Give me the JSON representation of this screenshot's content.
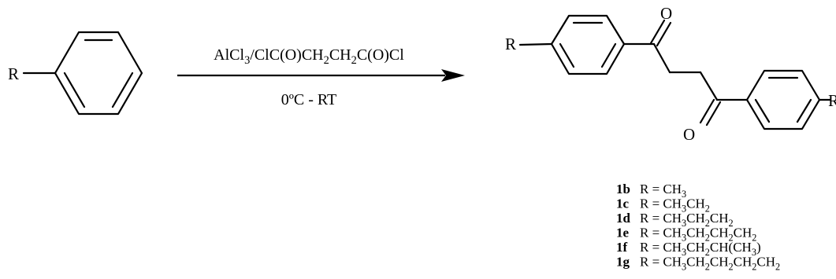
{
  "reactant": {
    "substituent_label": "R"
  },
  "arrow": {
    "reagent_parts": [
      {
        "t": "AlCl"
      },
      {
        "t": "3",
        "sub": true
      },
      {
        "t": "/ClC(O)CH"
      },
      {
        "t": "2",
        "sub": true
      },
      {
        "t": "CH"
      },
      {
        "t": "2",
        "sub": true
      },
      {
        "t": "C(O)Cl"
      }
    ],
    "condition_label": "0ºC - RT"
  },
  "product": {
    "left_substituent": "R",
    "right_substituent": "R",
    "top_oxygen": "O",
    "bottom_oxygen": "O"
  },
  "entries": [
    {
      "id": "1b",
      "parts": [
        {
          "t": "R = CH"
        },
        {
          "t": "3",
          "sub": true
        }
      ]
    },
    {
      "id": "1c",
      "parts": [
        {
          "t": "R = CH"
        },
        {
          "t": "3",
          "sub": true
        },
        {
          "t": "CH"
        },
        {
          "t": "2",
          "sub": true
        }
      ]
    },
    {
      "id": "1d",
      "parts": [
        {
          "t": "R = CH"
        },
        {
          "t": "3",
          "sub": true
        },
        {
          "t": "CH"
        },
        {
          "t": "2",
          "sub": true
        },
        {
          "t": "CH"
        },
        {
          "t": "2",
          "sub": true
        }
      ]
    },
    {
      "id": "1e",
      "parts": [
        {
          "t": "R = CH"
        },
        {
          "t": "3",
          "sub": true
        },
        {
          "t": "CH"
        },
        {
          "t": "2",
          "sub": true
        },
        {
          "t": "CH"
        },
        {
          "t": "2",
          "sub": true
        },
        {
          "t": "CH"
        },
        {
          "t": "2",
          "sub": true
        }
      ]
    },
    {
      "id": "1f",
      "parts": [
        {
          "t": "R = CH"
        },
        {
          "t": "3",
          "sub": true
        },
        {
          "t": "CH"
        },
        {
          "t": "2",
          "sub": true
        },
        {
          "t": "CH(CH"
        },
        {
          "t": "3",
          "sub": true
        },
        {
          "t": ")"
        }
      ]
    },
    {
      "id": "1g",
      "parts": [
        {
          "t": "R = CH"
        },
        {
          "t": "3",
          "sub": true
        },
        {
          "t": "CH"
        },
        {
          "t": "2",
          "sub": true
        },
        {
          "t": "CH"
        },
        {
          "t": "2",
          "sub": true
        },
        {
          "t": "CH"
        },
        {
          "t": "2",
          "sub": true
        },
        {
          "t": "CH"
        },
        {
          "t": "2",
          "sub": true
        }
      ]
    }
  ]
}
